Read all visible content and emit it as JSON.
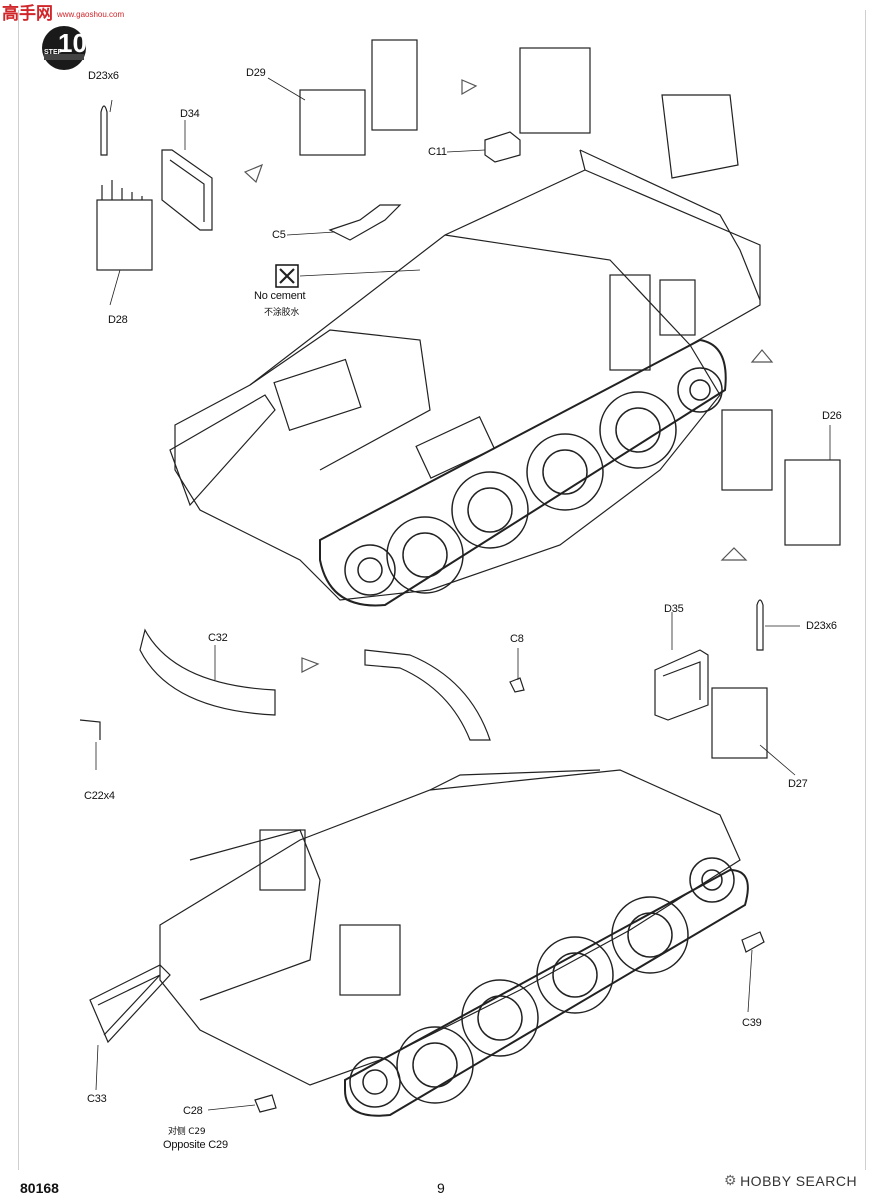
{
  "watermark": {
    "text": "高手网",
    "url": "www.gaoshou.com"
  },
  "step": {
    "word": "STEP",
    "number": "10"
  },
  "labels": {
    "d23_top": "D23x6",
    "d34": "D34",
    "d28": "D28",
    "d29": "D29",
    "c11": "C11",
    "c5": "C5",
    "no_cement": "No cement",
    "no_cement_cn": "不涂胶水",
    "d26": "D26",
    "c32": "C32",
    "c22": "C22x4",
    "c8": "C8",
    "d35": "D35",
    "d23_bottom": "D23x6",
    "d27": "D27",
    "c39": "C39",
    "c33": "C33",
    "c28": "C28",
    "c29_cn": "对侧 C29",
    "c29_en": "Opposite C29"
  },
  "footer": {
    "code": "80168",
    "page": "9",
    "brand": "HOBBY SEARCH"
  }
}
